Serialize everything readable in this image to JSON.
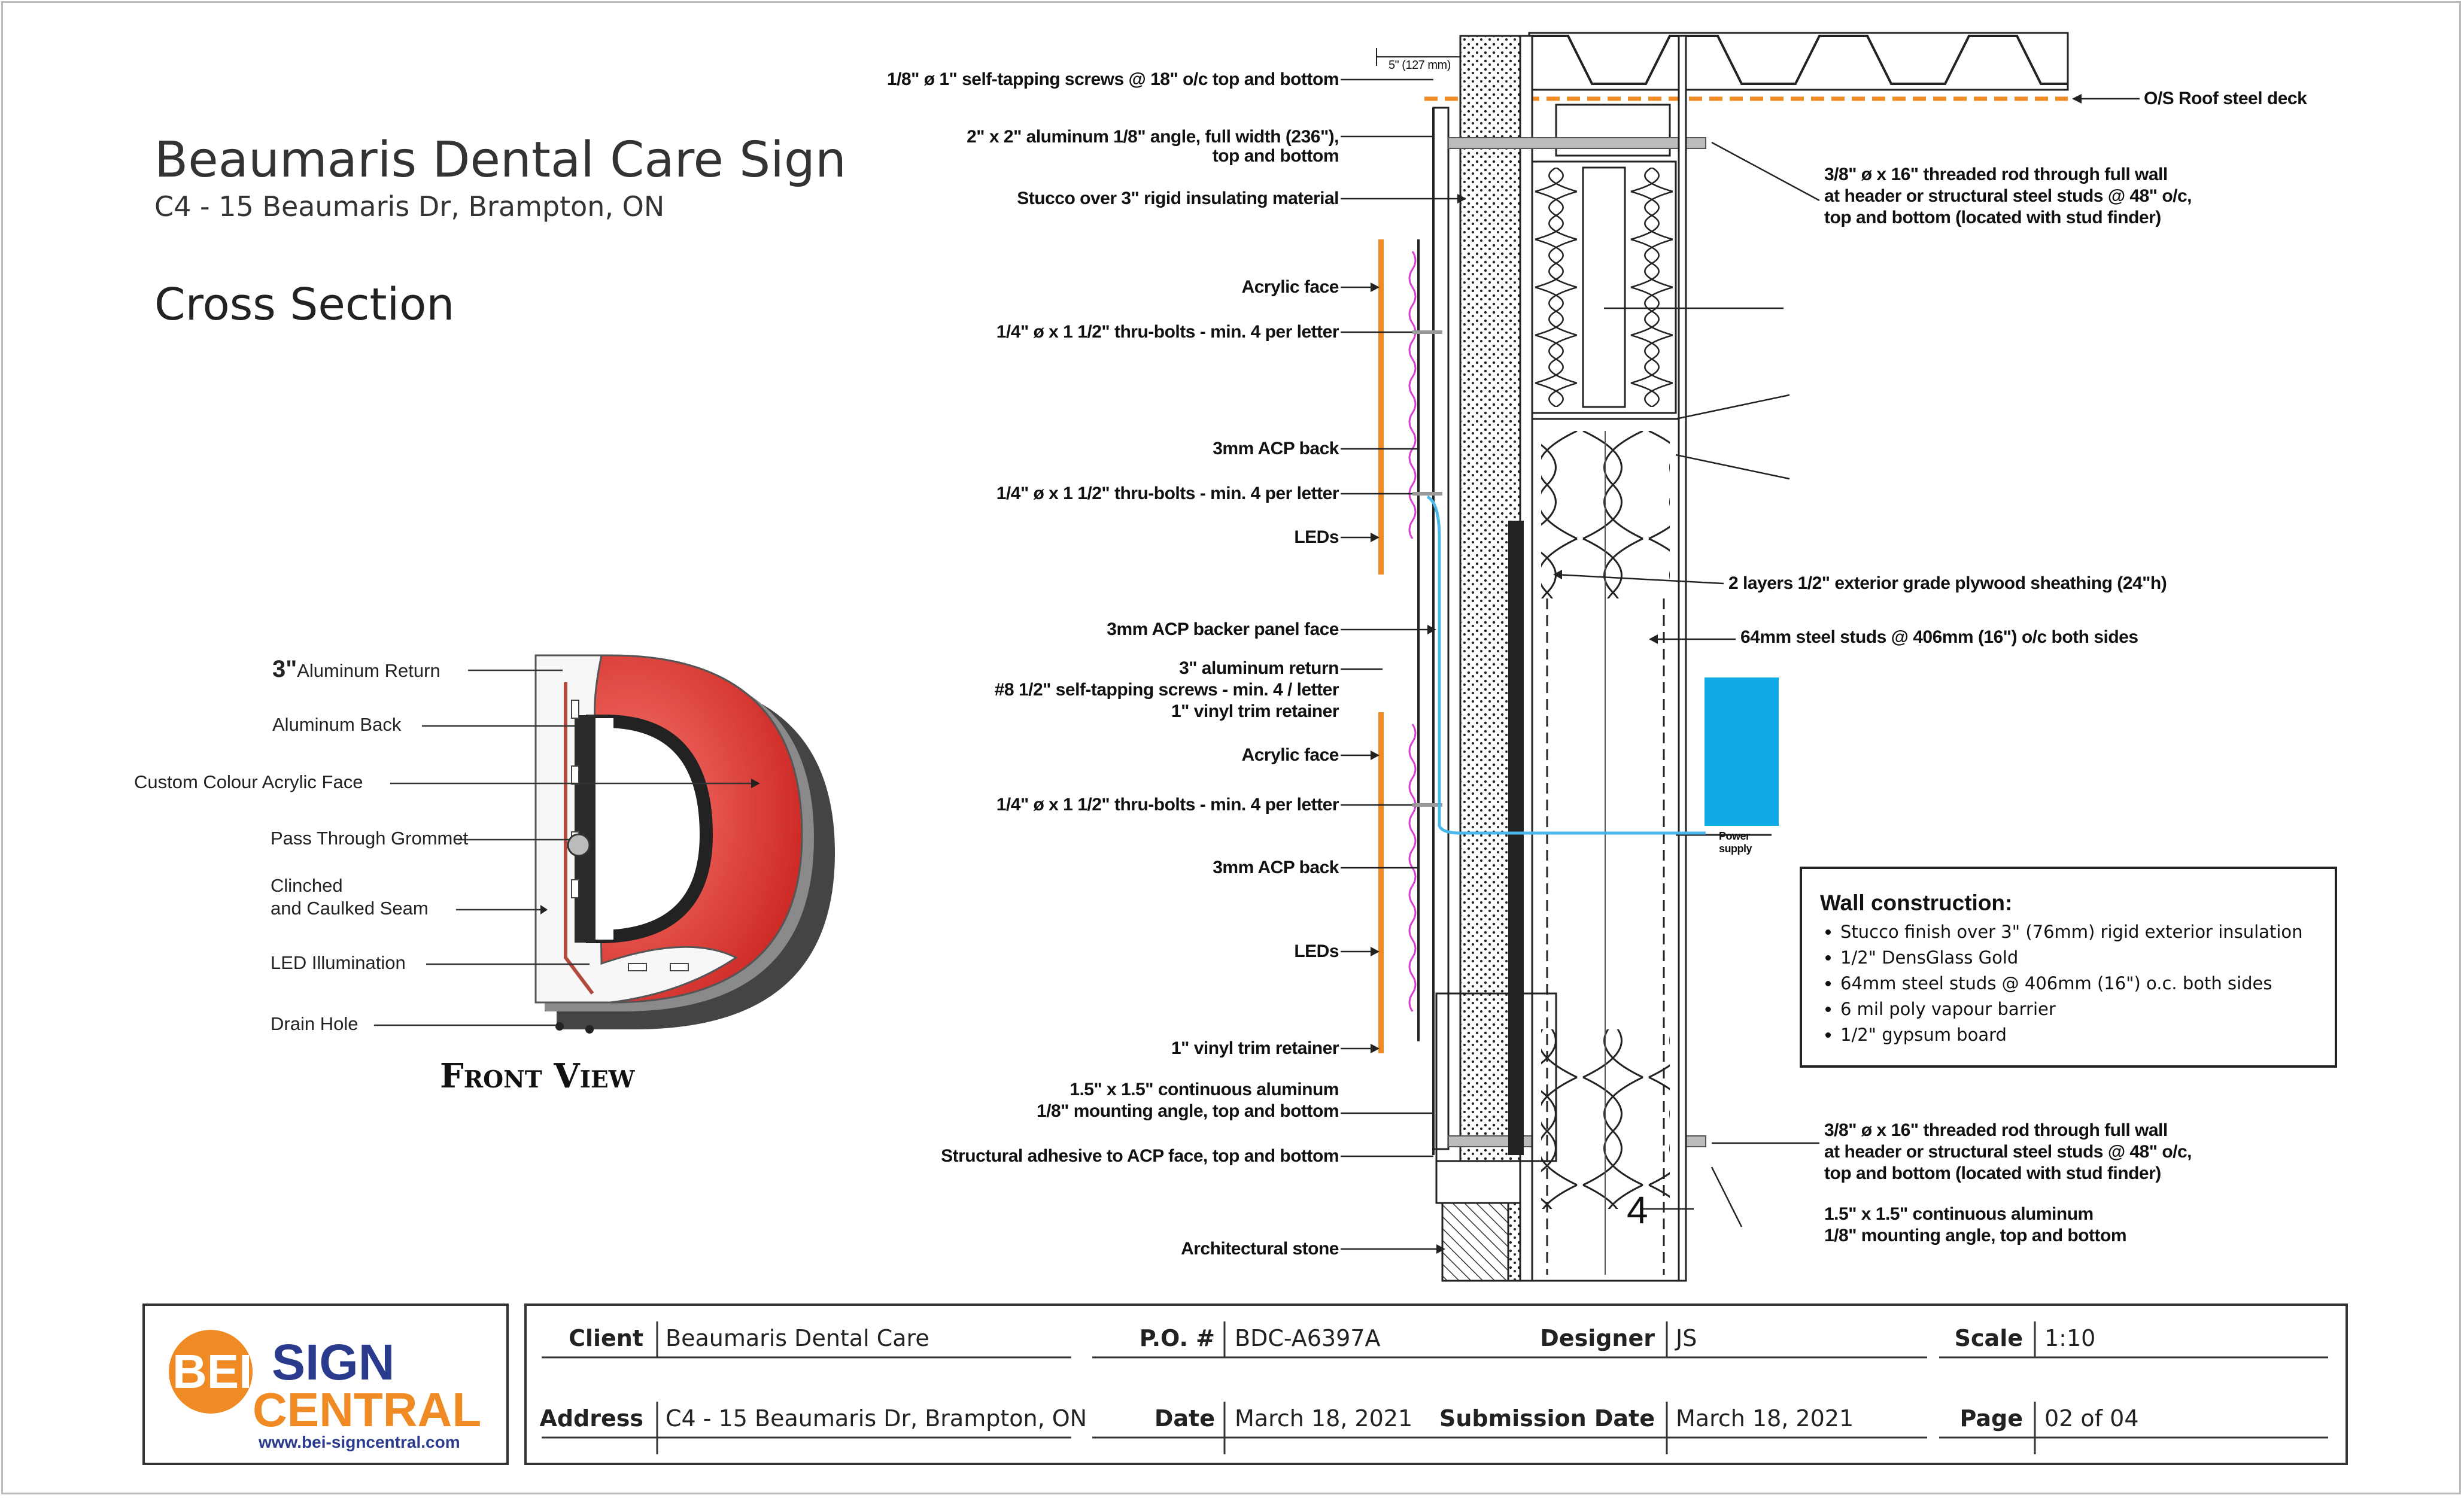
{
  "header": {
    "title": "Beaumaris Dental Care Sign",
    "address": "C4 - 15 Beaumaris Dr, Brampton, ON",
    "section": "Cross Section"
  },
  "front_view": {
    "title": "Front View",
    "callouts": [
      {
        "prefix": "3\"",
        "text": "Aluminum Return"
      },
      {
        "text": "Aluminum Back"
      },
      {
        "text": "Custom Colour Acrylic Face"
      },
      {
        "text": "Pass Through Grommet"
      },
      {
        "text": "Clinched"
      },
      {
        "text": "and Caulked Seam"
      },
      {
        "text": "LED Illumination"
      },
      {
        "text": "Drain Hole"
      }
    ]
  },
  "cross_section": {
    "dim_label": "5\" (127 mm)",
    "left_labels": [
      "1/8\" ø 1\" self-tapping screws @ 18\" o/c top and bottom",
      "2\" x 2\" aluminum 1/8\" angle, full width (236\"),",
      "top and bottom",
      "Stucco over 3\" rigid insulating material",
      "Acrylic face",
      "1/4\" ø x 1 1/2\" thru-bolts - min. 4 per letter",
      "3mm ACP back",
      "1/4\" ø x 1 1/2\" thru-bolts - min. 4 per letter",
      "LEDs",
      "3mm ACP backer panel face",
      "3\" aluminum return",
      "#8 1/2\" self-tapping screws - min. 4 / letter",
      "1\" vinyl trim retainer",
      "Acrylic face",
      "1/4\" ø x 1 1/2\" thru-bolts - min. 4 per letter",
      "3mm ACP back",
      "LEDs",
      "1\" vinyl trim retainer",
      "1.5\" x 1.5\" continuous aluminum",
      "1/8\" mounting angle, top and bottom",
      "Structural adhesive to ACP face, top and bottom",
      "Architectural stone"
    ],
    "right_labels": [
      "O/S Roof steel deck",
      "3/8\" ø x 16\" threaded rod through full wall",
      "at header or structural steel studs @ 48\" o/c,",
      "top and bottom (located with stud finder)",
      "2 layers 1/2\" exterior grade plywood sheathing (24\"h)",
      "64mm steel studs @ 406mm (16\") o/c both sides",
      "Power",
      "supply",
      "3/8\" ø x 16\" threaded rod through full wall",
      "at header or structural steel studs @ 48\" o/c,",
      "top and bottom (located with stud finder)",
      "1.5\" x 1.5\" continuous aluminum",
      "1/8\" mounting angle, top and bottom",
      "4"
    ]
  },
  "wall_construction": {
    "title": "Wall construction:",
    "items": [
      "Stucco finish over 3\" (76mm) rigid exterior insulation",
      "1/2\" DensGlass Gold",
      "64mm steel studs @ 406mm (16\") o.c. both sides",
      "6 mil poly vapour barrier",
      "1/2\" gypsum board"
    ]
  },
  "logo": {
    "bei": "BEI",
    "sign": "SIGN",
    "central": "CENTRAL",
    "url": "www.bei-signcentral.com"
  },
  "title_block": {
    "client_label": "Client",
    "client": "Beaumaris Dental Care",
    "po_label": "P.O. #",
    "po": "BDC-A6397A",
    "designer_label": "Designer",
    "designer": "JS",
    "scale_label": "Scale",
    "scale": "1:10",
    "address_label": "Address",
    "address": "C4 - 15 Beaumaris Dr, Brampton, ON",
    "date_label": "Date",
    "date": "March 18, 2021",
    "submission_label": "Submission Date",
    "submission": "March 18, 2021",
    "page_label": "Page",
    "page": "02 of 04"
  },
  "colors": {
    "sign_face_red": "#e03a36",
    "orange": "#f08a24",
    "power_supply_blue": "#11a9e6",
    "wire_blue": "#4ab8ea"
  }
}
